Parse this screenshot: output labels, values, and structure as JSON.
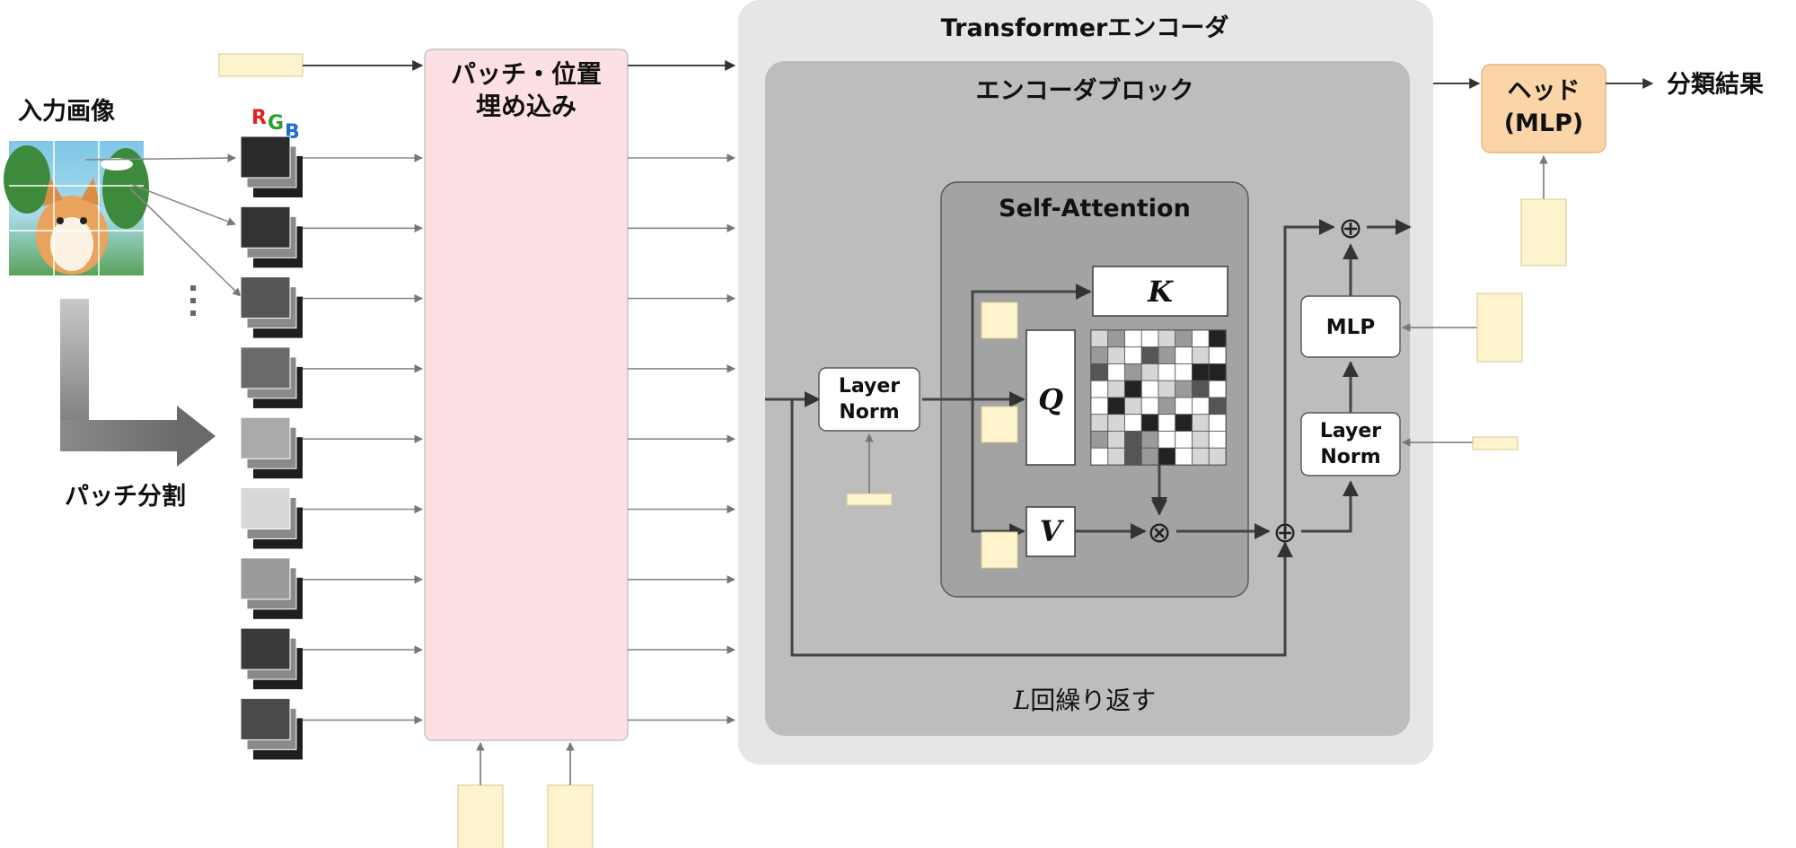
{
  "input_label": "入力画像",
  "patch_split_label": "パッチ分割",
  "rgb": {
    "r": "R",
    "g": "G",
    "b": "B"
  },
  "embed_label_line1": "パッチ・位置",
  "embed_label_line2": "埋め込み",
  "transformer_title": "Transformerエンコーダ",
  "block_title": "エンコーダブロック",
  "attention_title": "Self-Attention",
  "layernorm1_line1": "Layer",
  "layernorm1_line2": "Norm",
  "layernorm2_line1": "Layer",
  "layernorm2_line2": "Norm",
  "mlp_label": "MLP",
  "head_line1": "ヘッド",
  "head_line2": "(MLP)",
  "output_label": "分類結果",
  "k_label": "K",
  "q_label": "Q",
  "v_label": "V",
  "repeat_var": "L",
  "repeat_text": "回繰り返す",
  "otimes": "⊗",
  "oplus": "⊕",
  "colors": {
    "embed_fill": "#fde0e3",
    "param_fill": "#fdf3cc",
    "outer_gray": "#e6e6e6",
    "block_gray": "#bdbdbd",
    "attention_gray": "#a3a3a3",
    "head_fill": "#fbd5a8",
    "r": "#e02020",
    "g": "#2aa02a",
    "b": "#1a6fd6"
  }
}
